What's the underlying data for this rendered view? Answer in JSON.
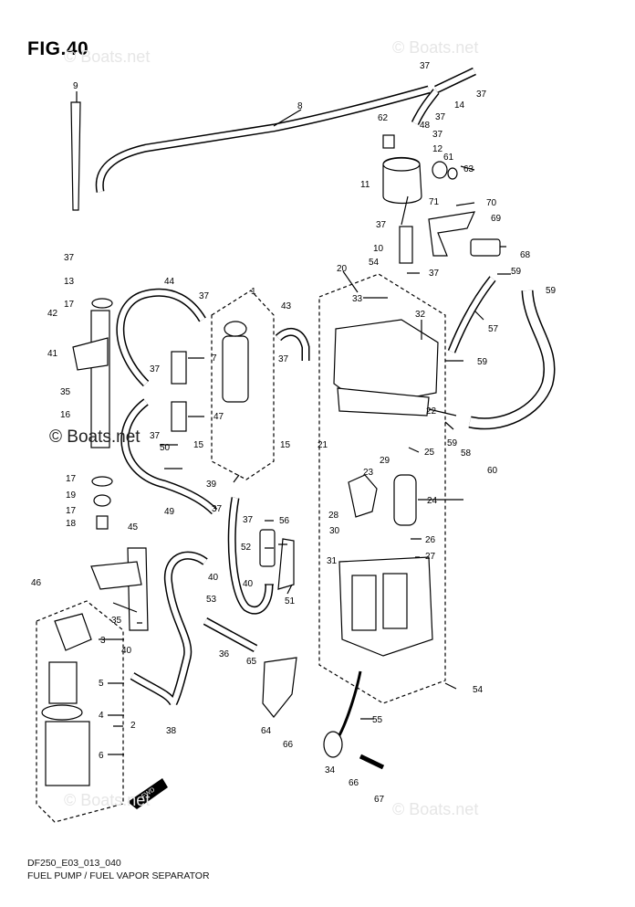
{
  "figure": {
    "title": "FIG.40",
    "footer_code": "DF250_E03_013_040",
    "footer_caption": "FUEL PUMP / FUEL VAPOR SEPARATOR",
    "watermarks": [
      "© Boats.net",
      "© Boats.net",
      "© Boats.net",
      "© Boats.net",
      "© Boats.net"
    ],
    "fwd_badge": "FWD"
  },
  "callouts": [
    "1",
    "2",
    "3",
    "4",
    "5",
    "6",
    "7",
    "8",
    "9",
    "10",
    "11",
    "12",
    "13",
    "14",
    "15",
    "15",
    "16",
    "17",
    "17",
    "17",
    "18",
    "19",
    "20",
    "21",
    "22",
    "23",
    "24",
    "25",
    "26",
    "27",
    "28",
    "29",
    "30",
    "31",
    "32",
    "33",
    "34",
    "35",
    "35",
    "36",
    "37",
    "37",
    "37",
    "37",
    "37",
    "37",
    "37",
    "37",
    "37",
    "37",
    "37",
    "37",
    "37",
    "38",
    "39",
    "40",
    "40",
    "40",
    "41",
    "42",
    "43",
    "44",
    "45",
    "46",
    "47",
    "48",
    "49",
    "50",
    "51",
    "52",
    "53",
    "54",
    "54",
    "55",
    "56",
    "57",
    "58",
    "59",
    "59",
    "59",
    "59",
    "60",
    "61",
    "62",
    "63",
    "64",
    "65",
    "66",
    "66",
    "67",
    "68",
    "69",
    "70",
    "71"
  ]
}
